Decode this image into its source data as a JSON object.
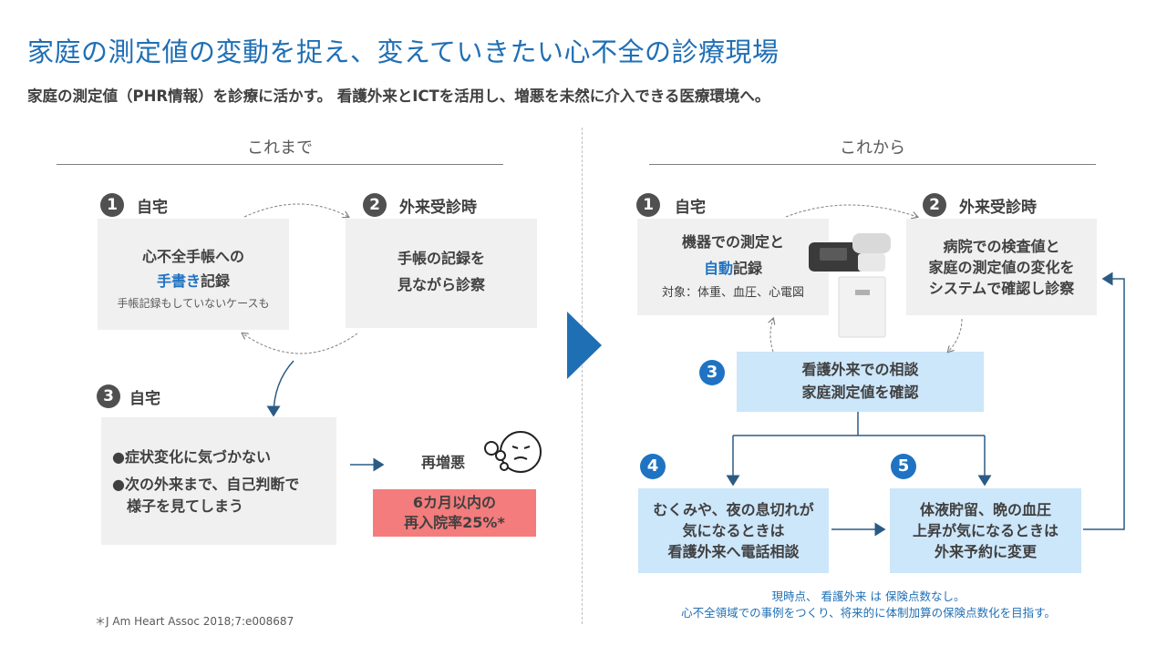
{
  "header": {
    "title": "家庭の測定値の変動を捉え、変えていきたい心不全の診療現場",
    "subtitle": "家庭の測定値（PHR情報）を診療に活かす。 看護外来とICTを活用し、増悪を未然に介入できる医療環境へ。"
  },
  "left": {
    "heading": "これまで",
    "step1": {
      "num": "1",
      "label": "自宅",
      "line1": "心不全手帳への",
      "emph": "手書き",
      "rest": "記録",
      "note": "手帳記録もしていないケースも"
    },
    "step2": {
      "num": "2",
      "label": "外来受診時",
      "line1": "手帳の記録を",
      "line2": "見ながら診察"
    },
    "step3": {
      "num": "3",
      "label": "自宅",
      "bullet1": "●症状変化に気づかない",
      "bullet2a": "●次の外来まで、自己判断で",
      "bullet2b": "様子を見てしまう"
    },
    "outcome": {
      "label": "再増悪",
      "line1": "6カ月以内の",
      "line2": "再入院率25%*"
    },
    "footnote": "＊J Am Heart Assoc 2018;7:e008687"
  },
  "right": {
    "heading": "これから",
    "step1": {
      "num": "1",
      "label": "自宅",
      "line1": "機器での測定と",
      "emph": "自動",
      "rest": "記録",
      "note": "対象：体重、血圧、心電図"
    },
    "step2": {
      "num": "2",
      "label": "外来受診時",
      "line1": "病院での検査値と",
      "line2": "家庭の測定値の変化を",
      "line3": "システムで確認し診察"
    },
    "step3": {
      "num": "3",
      "line1": "看護外来での相談",
      "line2": "家庭測定値を確認"
    },
    "step4": {
      "num": "4",
      "line1": "むくみや、夜の息切れが",
      "line2": "気になるときは",
      "line3": "看護外来へ電話相談"
    },
    "step5": {
      "num": "5",
      "line1": "体液貯留、晩の血圧",
      "line2": "上昇が気になるときは",
      "line3": "外来予約に変更"
    },
    "note1": "現時点、 看護外来 は 保険点数なし。",
    "note2": "心不全領域での事例をつくり、将来的に体制加算の保険点数化を目指す。"
  },
  "colors": {
    "title_blue": "#1f6fb5",
    "box_gray": "#f0f0f0",
    "box_blue": "#cce6fa",
    "red": "#f47c7c",
    "num_blue": "#1f73c2",
    "num_dark": "#505050"
  }
}
